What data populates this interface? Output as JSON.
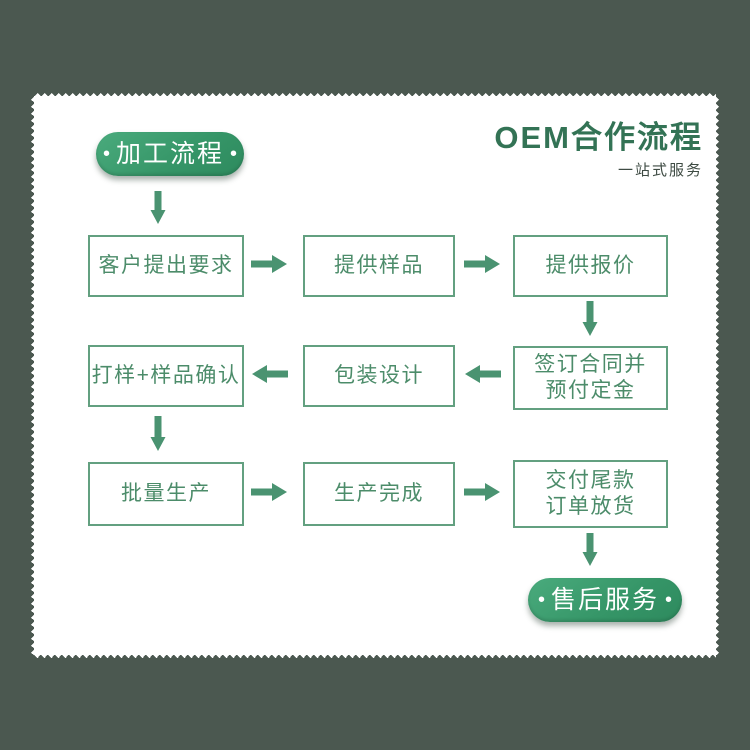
{
  "header": {
    "badge": {
      "dot": "•",
      "label": "加工流程"
    },
    "title": "OEM合作流程",
    "subtitle": "一站式服务"
  },
  "flow": {
    "boxes": [
      {
        "label": "客户提出要求"
      },
      {
        "label": "提供样品"
      },
      {
        "label": "提供报价"
      },
      {
        "label": "打样+样品确认"
      },
      {
        "label": "包装设计"
      },
      {
        "label": "签订合同并\n预付定金"
      },
      {
        "label": "批量生产"
      },
      {
        "label": "生产完成"
      },
      {
        "label": "交付尾款\n订单放货"
      }
    ],
    "end_badge": {
      "dot": "•",
      "label": "售后服务"
    }
  },
  "colors": {
    "background": "#4b5850",
    "card": "#ffffff",
    "accent_green": "#359567",
    "box_border": "#63a080",
    "box_text": "#4c8c6a",
    "arrow": "#4a9371",
    "title": "#337355",
    "subtitle": "#3e4b43"
  }
}
